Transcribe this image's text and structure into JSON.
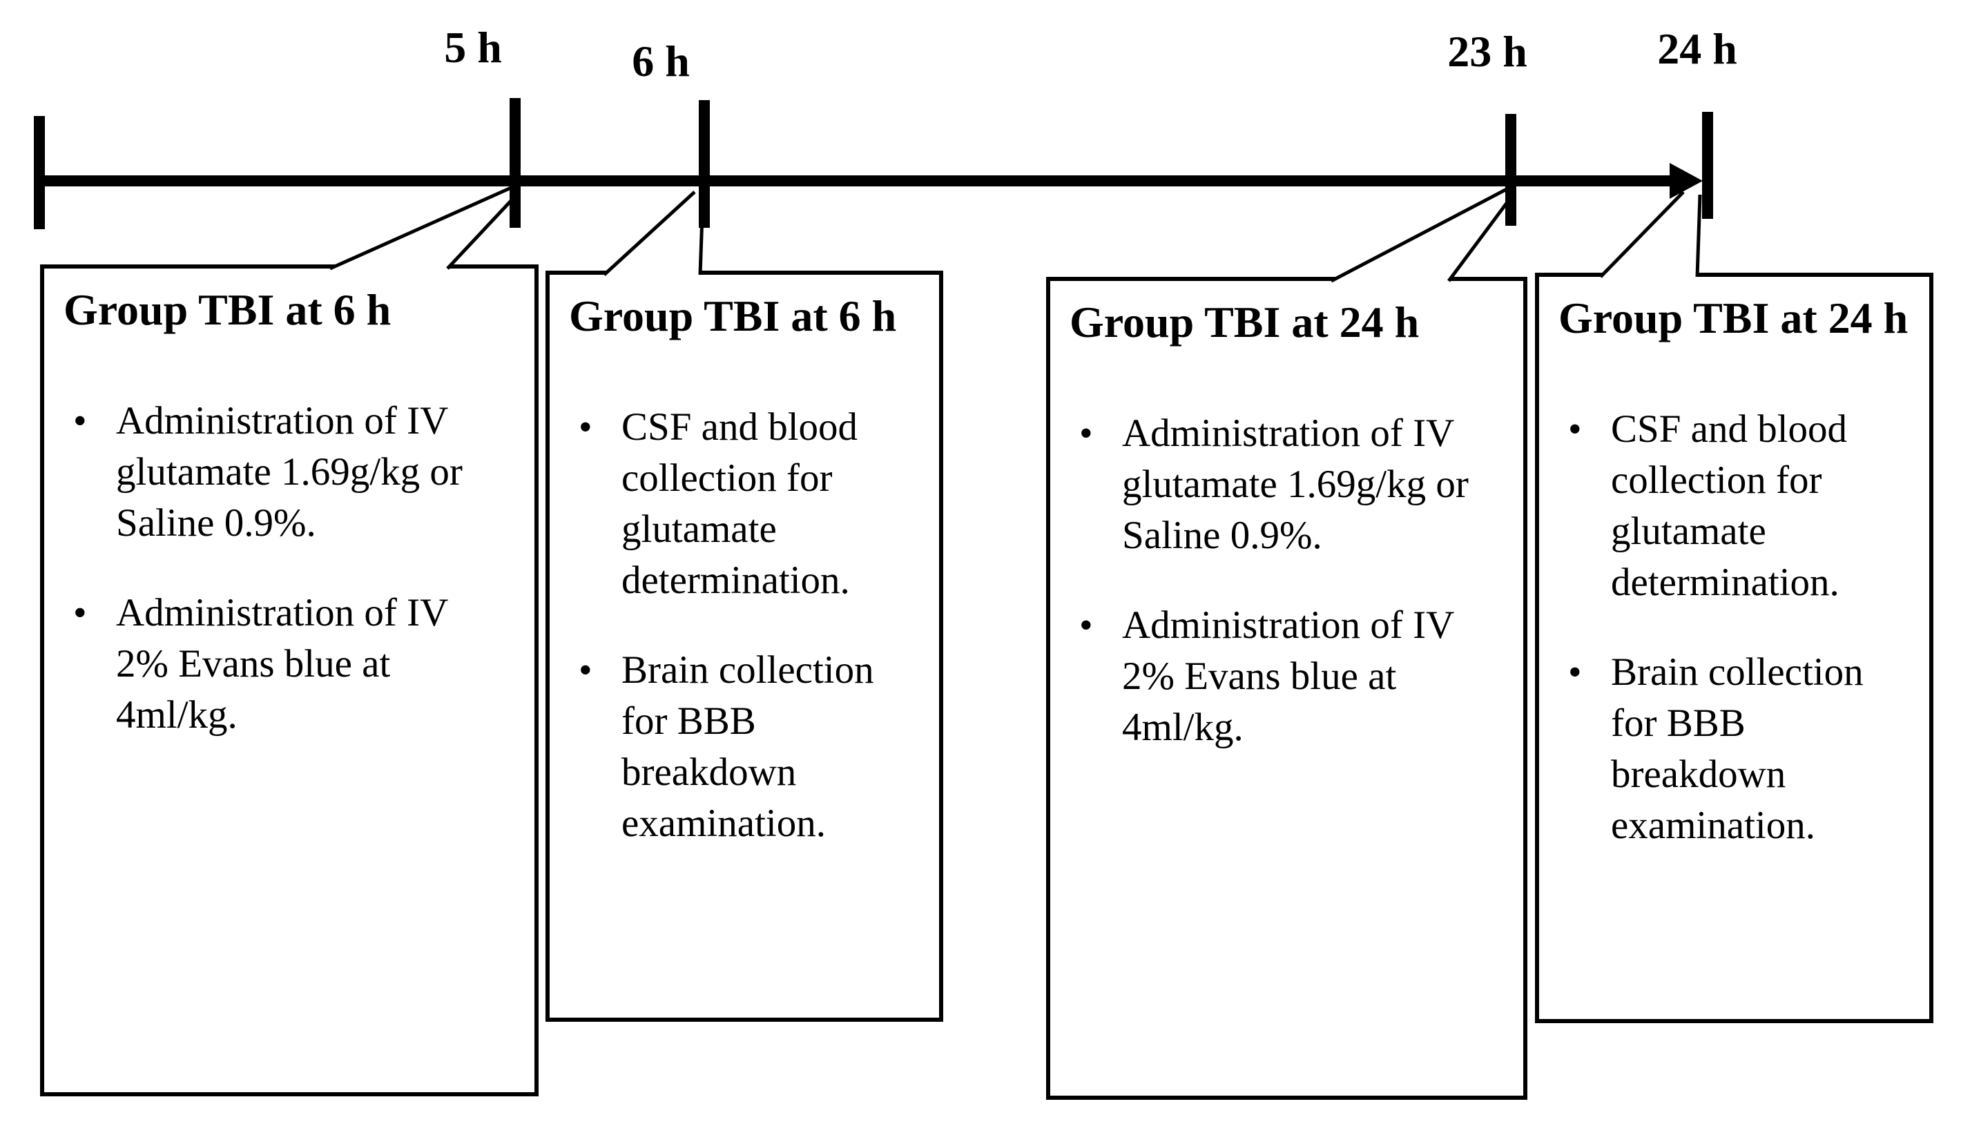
{
  "figure": {
    "description": "Experimental timeline with four annotated callout boxes"
  },
  "timeline": {
    "labels": [
      {
        "text": "5 h"
      },
      {
        "text": "6 h"
      },
      {
        "text": "23 h"
      },
      {
        "text": "24 h"
      }
    ]
  },
  "glyphs": {
    "bullet": "•"
  },
  "boxes": [
    {
      "title": "Group TBI at 6 h",
      "bullets": [
        [
          "Administration of IV",
          "glutamate 1.69g/kg or",
          "Saline 0.9%."
        ],
        [
          "Administration of IV",
          "2% Evans blue at",
          "4ml/kg."
        ]
      ]
    },
    {
      "title": "Group TBI at 6 h",
      "bullets": [
        [
          "CSF and blood",
          "collection for",
          "glutamate",
          "determination."
        ],
        [
          "Brain collection",
          "for BBB",
          "breakdown",
          "examination."
        ]
      ]
    },
    {
      "title": "Group TBI at 24 h",
      "bullets": [
        [
          "Administration of IV",
          "glutamate 1.69g/kg or",
          "Saline 0.9%."
        ],
        [
          "Administration of IV",
          "2% Evans blue at",
          "4ml/kg."
        ]
      ]
    },
    {
      "title": "Group TBI at 24 h",
      "bullets": [
        [
          "CSF and blood",
          "collection for",
          "glutamate",
          "determination."
        ],
        [
          "Brain collection",
          "for BBB",
          "breakdown",
          "examination."
        ]
      ]
    }
  ],
  "colors": {
    "ink": "#000000",
    "paper": "#ffffff"
  }
}
